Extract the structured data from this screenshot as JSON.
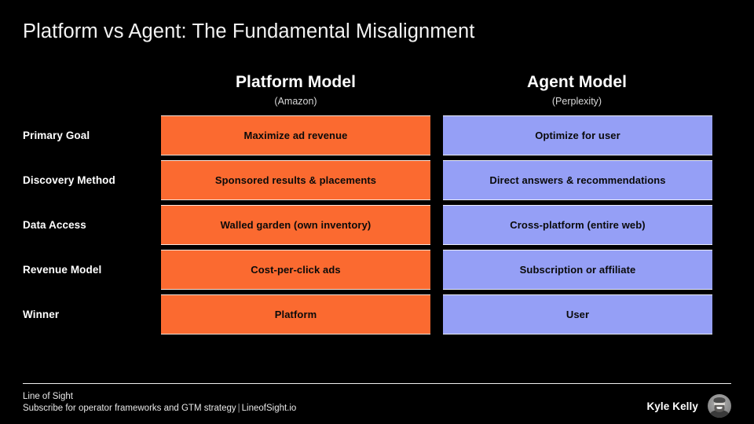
{
  "slide": {
    "title": "Platform vs Agent: The Fundamental Misalignment",
    "background_color": "#000000"
  },
  "colors": {
    "platform_cell": "#fb6a30",
    "agent_cell": "#959ff6",
    "cell_text": "#0a0a0a",
    "label_text": "#ffffff"
  },
  "columns": [
    {
      "title": "Platform Model",
      "subtitle": "(Amazon)"
    },
    {
      "title": "Agent Model",
      "subtitle": "(Perplexity)"
    }
  ],
  "rows": [
    {
      "label": "Primary Goal",
      "platform": "Maximize ad revenue",
      "agent": "Optimize for user"
    },
    {
      "label": "Discovery Method",
      "platform": "Sponsored results & placements",
      "agent": "Direct answers & recommendations"
    },
    {
      "label": "Data Access",
      "platform": "Walled garden (own inventory)",
      "agent": "Cross-platform (entire web)"
    },
    {
      "label": "Revenue Model",
      "platform": "Cost-per-click ads",
      "agent": "Subscription or affiliate"
    },
    {
      "label": "Winner",
      "platform": "Platform",
      "agent": "User"
    }
  ],
  "footer": {
    "brand": "Line of Sight",
    "tagline": "Subscribe for operator frameworks and GTM strategy",
    "separator": "|",
    "site": "LineofSight.io",
    "author": "Kyle Kelly",
    "avatar_icon": "person-avatar-icon"
  }
}
